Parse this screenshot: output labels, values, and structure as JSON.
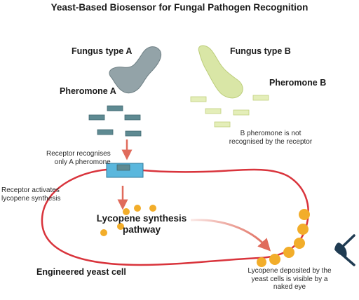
{
  "title": "Yeast-Based Biosensor for Fungal Pathogen Recognition",
  "labels": {
    "fungus_a": "Fungus type A",
    "fungus_b": "Fungus type B",
    "pheromone_a": "Pheromone A",
    "pheromone_b": "Pheromone B",
    "b_not_recognised_line1": "B pheromone is not",
    "b_not_recognised_line2": "recognised by the receptor",
    "receptor_recognises_line1": "Receptor recognises",
    "receptor_recognises_line2": "only A pheromone",
    "receptor_activates_line1": "Receptor activates",
    "receptor_activates_line2": "lycopene synthesis",
    "pathway_line1": "Lycopene synthesis",
    "pathway_line2": "pathway",
    "yeast_cell": "Engineered yeast cell",
    "deposited_line1": "Lycopene deposited by the",
    "deposited_line2": "yeast cells is visible by a",
    "deposited_line3": "naked eye"
  },
  "colors": {
    "fungus_a": "#93a3a8",
    "fungus_b": "#d9e6a6",
    "pheromone_a": "#5e8a92",
    "pheromone_b": "#e4eeb9",
    "cell_membrane": "#d9343c",
    "receptor": "#5ab7dd",
    "arrow": "#e06b5c",
    "lycopene": "#f2ad2a"
  },
  "icons": [
    "eye-icon"
  ]
}
